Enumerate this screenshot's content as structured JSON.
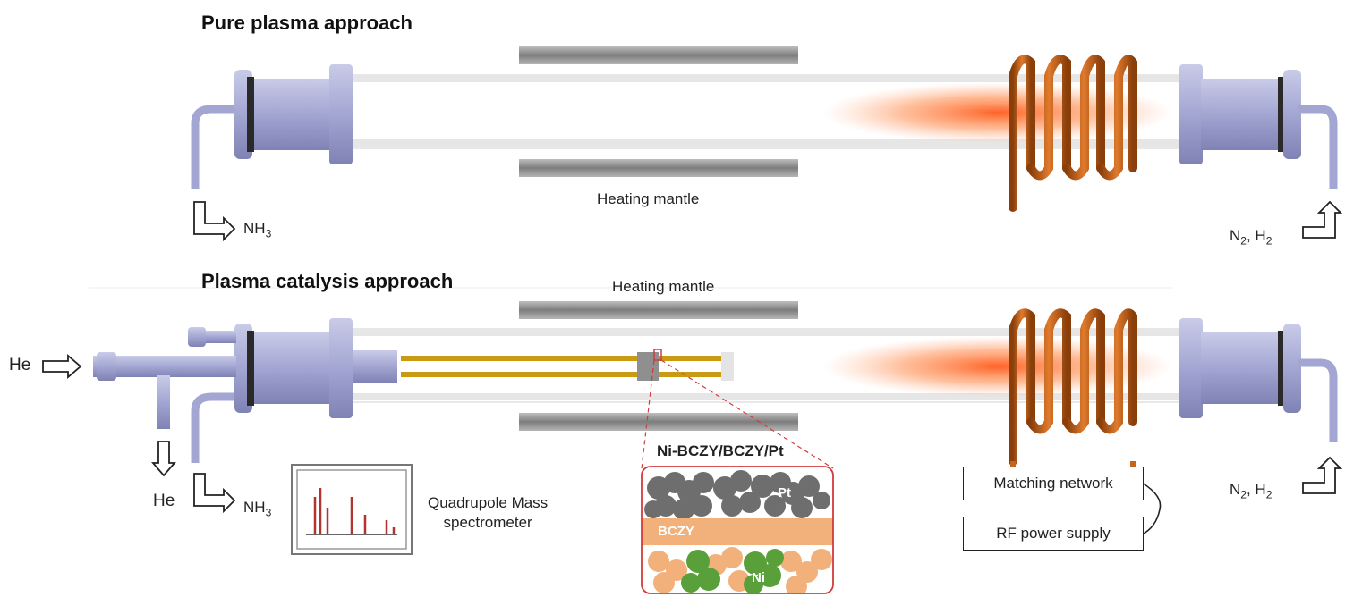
{
  "top_panel": {
    "title": "Pure plasma approach",
    "heating_mantle_label": "Heating mantle",
    "inlet": {
      "species": "NH",
      "sub": "3"
    },
    "outlet": {
      "part1": "N",
      "sub1": "2",
      "part2": ", H",
      "sub2": "2"
    }
  },
  "bottom_panel": {
    "title": "Plasma catalysis approach",
    "heating_mantle_label": "Heating mantle",
    "he_inlet_label": "He",
    "he_outlet_label": "He",
    "inlet": {
      "species": "NH",
      "sub": "3"
    },
    "outlet": {
      "part1": "N",
      "sub1": "2",
      "part2": ", H",
      "sub2": "2"
    },
    "qms_label_line1": "Quadrupole Mass",
    "qms_label_line2": "spectrometer",
    "inset": {
      "title": "Ni-BCZY/BCZY/Pt",
      "pt_label": "Pt",
      "bczy_label": "BCZY",
      "ni_label": "Ni"
    },
    "matching_network_label": "Matching network",
    "rf_power_label": "RF power supply"
  },
  "colors": {
    "fitting": "#a9abd6",
    "coil": "#c4651c",
    "plasma_glow": "#ff6a2a",
    "heating_mantle": "#9a9a9a",
    "catalyst_tube": "#c99a14",
    "bczy_layer": "#f2b07a",
    "pt_particles": "#6e6e6e",
    "ni_particles": "#5aa03a",
    "inset_border": "#d23b3b"
  }
}
